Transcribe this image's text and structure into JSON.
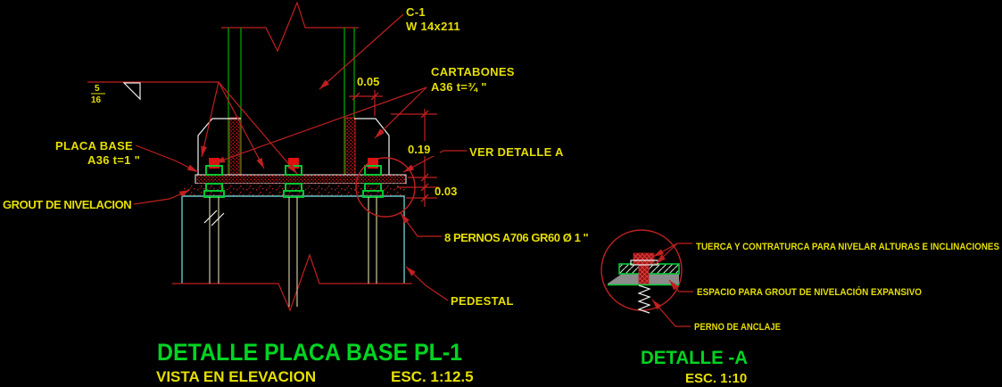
{
  "drawing": {
    "labels": {
      "c1": {
        "line1": "C-1",
        "line2": "W 14x211"
      },
      "cartabones": {
        "line1": "CARTABONES",
        "line2": "A36 t=¾ \""
      },
      "placa_base": {
        "line1": "PLACA BASE",
        "line2": "A36 t=1 \""
      },
      "grout": "GROUT DE NIVELACION",
      "ver_detalle": "VER DETALLE A",
      "pernos": "8 PERNOS A706 GR60 Ø 1 \"",
      "pedestal": "PEDESTAL"
    },
    "dimensions": {
      "gusset_top_width": "0.05",
      "gusset_height": "0.19",
      "grout_thickness": "0.03"
    },
    "weld_symbol": {
      "numerator": "5",
      "denominator": "16"
    },
    "title_block": {
      "title": "DETALLE PLACA BASE PL-1",
      "subtitle": "VISTA EN ELEVACION",
      "scale": "ESC. 1:12.5"
    },
    "detail_a": {
      "labels": {
        "tuerca": "TUERCA Y CONTRATURCA PARA NIVELAR ALTURAS E INCLINACIONES",
        "espacio": "ESPACIO PARA GROUT DE NIVELACIÓN EXPANSIVO",
        "perno": "PERNO DE ANCLAJE"
      },
      "title": "DETALLE -A",
      "scale": "ESC. 1:10"
    },
    "colors": {
      "bg": "#000000",
      "red": "#bf2020",
      "bright_red": "#e01010",
      "green": "#00c832",
      "dark_green": "#008200",
      "yellow": "#e6df00",
      "white": "#efefef",
      "cyan": "#63c8c8",
      "gray": "#8c8c8c",
      "title_green": "#00d422"
    }
  }
}
